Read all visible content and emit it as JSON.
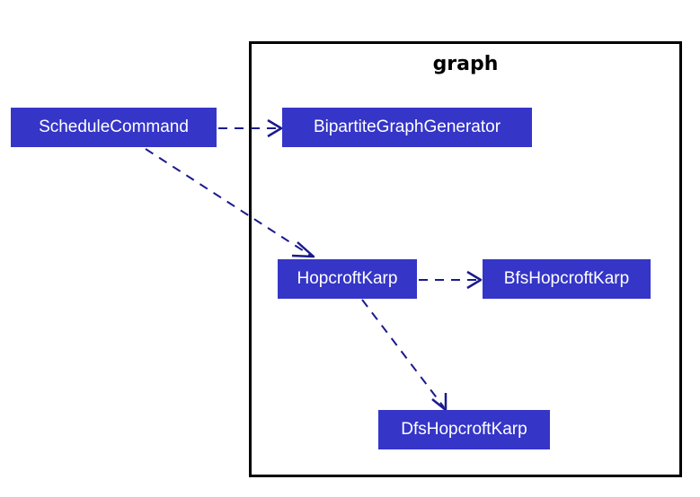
{
  "diagram": {
    "package": {
      "title": "graph"
    },
    "classes": [
      {
        "id": "schedule",
        "label": "ScheduleCommand"
      },
      {
        "id": "bipartite",
        "label": "BipartiteGraphGenerator"
      },
      {
        "id": "hopcroft",
        "label": "HopcroftKarp"
      },
      {
        "id": "bfs",
        "label": "BfsHopcroftKarp"
      },
      {
        "id": "dfs",
        "label": "DfsHopcroftKarp"
      }
    ],
    "dependencies": [
      {
        "from": "ScheduleCommand",
        "to": "BipartiteGraphGenerator",
        "style": "dashed"
      },
      {
        "from": "ScheduleCommand",
        "to": "HopcroftKarp",
        "style": "dashed"
      },
      {
        "from": "HopcroftKarp",
        "to": "BfsHopcroftKarp",
        "style": "dashed"
      },
      {
        "from": "HopcroftKarp",
        "to": "DfsHopcroftKarp",
        "style": "dashed"
      }
    ]
  },
  "colors": {
    "class_fill": "#3535c8",
    "class_text": "#ffffff",
    "arrow": "#1a1a8c",
    "package_border": "#000000"
  }
}
